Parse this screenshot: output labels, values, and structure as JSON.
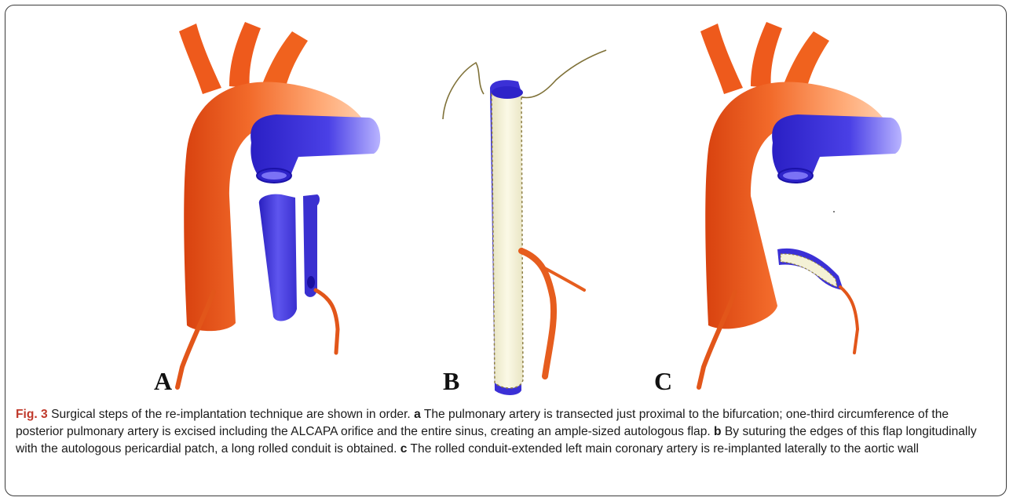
{
  "figure": {
    "panel_labels": [
      "A",
      "B",
      "C"
    ],
    "colors": {
      "aorta": "#f05a1e",
      "aorta_light": "#ffb98a",
      "pulmonary": "#3a2fd6",
      "pulmonary_light": "#8f86ff",
      "patch": "#f4f1d6",
      "suture": "#8a7a40",
      "caption_accent": "#c0392b"
    }
  },
  "caption": {
    "fig_label": "Fig. 3",
    "intro": " Surgical steps of the re-implantation technique are shown in order. ",
    "a_label": "a",
    "a_text": " The pulmonary artery is transected just proximal to the bifurcation; one-third circumference of the posterior pulmonary artery is excised including the ALCAPA orifice and the entire sinus, creating an ample-sized autologous flap. ",
    "b_label": "b",
    "b_text": " By suturing the edges of this flap longitudinally with the autologous pericardial patch, a long rolled conduit is obtained. ",
    "c_label": "c",
    "c_text": " The rolled conduit-extended left main coronary artery is re-implanted laterally to the aortic wall"
  }
}
